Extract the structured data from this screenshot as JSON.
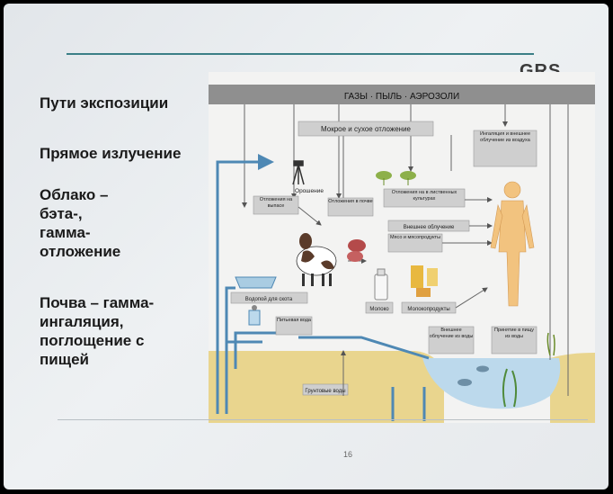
{
  "slide": {
    "logo": "GRS",
    "page_number": "16",
    "left_items": [
      "Пути экспозиции",
      "Прямое излучение",
      "Облако –\nбэта-,\nгамма-\nотложение",
      "Почва – гамма-\nингаляция,\nпоглощение с\nпищей"
    ]
  },
  "diagram": {
    "header": "ГАЗЫ · ПЫЛЬ · АЭРОЗОЛИ",
    "labels": {
      "wet_dry": "Мокрое и сухое отложение",
      "inhalation": "Ингаляция и внешнее облучение из воздуха",
      "irrigation": "Орошение",
      "deposit_pasture": "Отложения на выпасе",
      "deposit_soil": "Отложения в почве",
      "deposit_crops": "Отложения на в лиственных культурах",
      "external_exposure": "Внешнее облучение",
      "meat": "Мясо и мясопродукты",
      "livestock_water": "Водопой для скота",
      "milk": "Молоко",
      "dairy": "Молокопродукты",
      "drinking_water": "Питьевая вода",
      "external_water": "Внешнее облучение из воды",
      "fish": "Принятие в пищу из воды",
      "groundwater": "Грунтовые воды"
    }
  }
}
